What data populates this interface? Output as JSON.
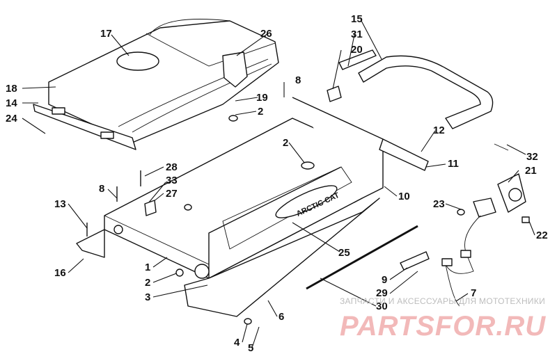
{
  "callouts": [
    {
      "label": "17"
    },
    {
      "label": "26"
    },
    {
      "label": "15"
    },
    {
      "label": "31"
    },
    {
      "label": "20"
    },
    {
      "label": "18"
    },
    {
      "label": "14"
    },
    {
      "label": "24"
    },
    {
      "label": "8"
    },
    {
      "label": "19"
    },
    {
      "label": "2"
    },
    {
      "label": "2"
    },
    {
      "label": "12"
    },
    {
      "label": "32"
    },
    {
      "label": "11"
    },
    {
      "label": "21"
    },
    {
      "label": "28"
    },
    {
      "label": "33"
    },
    {
      "label": "27"
    },
    {
      "label": "8"
    },
    {
      "label": "10"
    },
    {
      "label": "13"
    },
    {
      "label": "23"
    },
    {
      "label": "22"
    },
    {
      "label": "16"
    },
    {
      "label": "1"
    },
    {
      "label": "2"
    },
    {
      "label": "3"
    },
    {
      "label": "25"
    },
    {
      "label": "9"
    },
    {
      "label": "29"
    },
    {
      "label": "30"
    },
    {
      "label": "7"
    },
    {
      "label": "6"
    },
    {
      "label": "4"
    },
    {
      "label": "5"
    }
  ],
  "decal_text": "ARCTIC CAT",
  "watermark": {
    "caption": "ЗАПЧАСТИ И АКСЕССУАРЫ ДЛЯ МОТОТЕХНИКИ",
    "logo": "PARTSFOR.RU"
  }
}
